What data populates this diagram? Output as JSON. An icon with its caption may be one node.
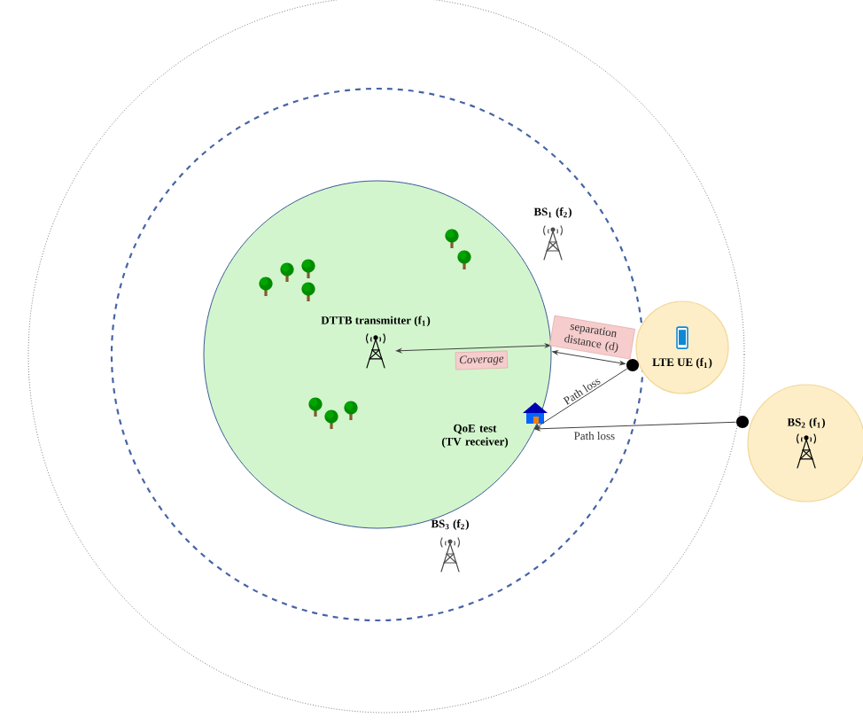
{
  "diagram": {
    "nodes": [
      {
        "text": [],
        "shape": "circle"
      },
      {
        "text": [
          "DTTB transmitter (f$_{1}$)"
        ],
        "in": 0
      },
      {
        "text": [
          "QoE test (TV receiver)"
        ],
        "in": 0
      },
      {
        "text": [
          "LTE UE (f$_{1}$)"
        ]
      },
      {
        "text": [
          "BS$_{2}$ (f$_{1}$)"
        ]
      },
      {
        "text": [],
        "shape": "circle"
      },
      {
        "text": [],
        "shape": "circle"
      }
    ],
    "edges": [
      {
        "from": 0,
        "to": 1,
        "arrow": "both",
        "label": "Coverage"
      },
      {
        "from": 5,
        "to": 0,
        "arrow": "both",
        "label": "separation distance (d)"
      },
      {
        "from": 5,
        "to": 2,
        "arrow": "to",
        "label": "Path loss"
      },
      {
        "from": 6,
        "to": 2,
        "arrow": "to",
        "label": "Path loss"
      }
    ],
    "labels": [
      "BS$_{1}$ (f$_{2}$)",
      "BS$_{3}$ (f$_{2}$)"
    ]
  }
}
